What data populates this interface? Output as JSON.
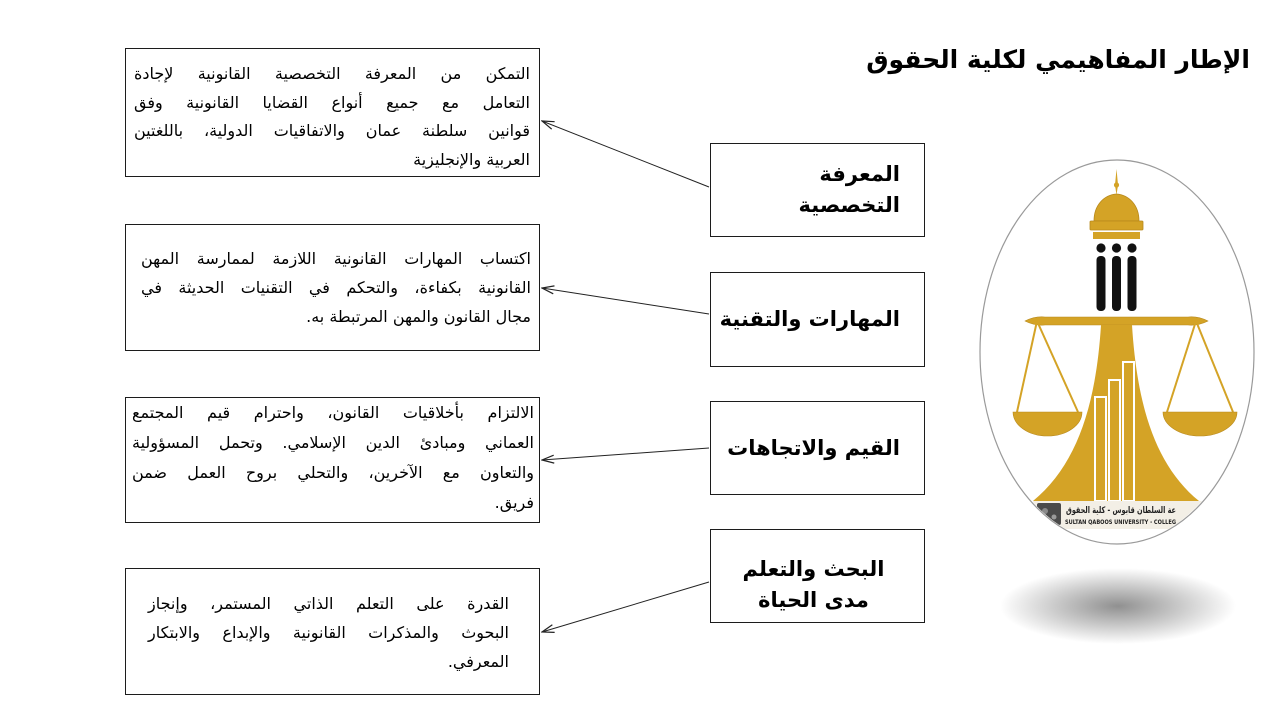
{
  "title": "الإطار المفاهيمي لكلية الحقوق",
  "framework": [
    {
      "label": [
        "المعرفة التخصصية"
      ],
      "description": [
        "التمكن من المعرفة التخصصية القانونية لإجادة",
        "التعامل مع جميع أنواع القضايا القانونية وفق",
        "قوانين سلطنة عمان والاتفاقيات الدولية، باللغتين",
        "العربية والإنجليزية"
      ]
    },
    {
      "label": [
        "المهارات والتقنية"
      ],
      "description": [
        "اكتساب المهارات القانونية اللازمة لممارسة المهن",
        "القانونية بكفاءة، والتحكم في التقنيات الحديثة في",
        "مجال القانون والمهن المرتبطة به."
      ]
    },
    {
      "label": [
        "القيم والاتجاهات"
      ],
      "description": [
        "الالتزام بأخلاقيات القانون، واحترام قيم المجتمع",
        "العماني ومبادئ الدين الإسلامي. وتحمل المسؤولية",
        "والتعاون مع الآخرين، والتحلي بروح العمل ضمن",
        "فريق."
      ]
    },
    {
      "label": [
        "البحث والتعلم",
        "مدى الحياة"
      ],
      "description": [
        "القدرة على التعلم الذاتي المستمر، وإنجاز",
        "البحوث والمذكرات القانونية والإبداع والابتكار",
        "المعرفي."
      ]
    }
  ],
  "logo": {
    "text_ar": "عة السلطان قابوس - كلية الحقوق",
    "text_en": "SULTAN QABOOS UNIVERSITY - COLLEG"
  },
  "colors": {
    "gold": "#d4a326",
    "tower": "#111111",
    "border": "#1c1c1c",
    "text": "#000000"
  }
}
